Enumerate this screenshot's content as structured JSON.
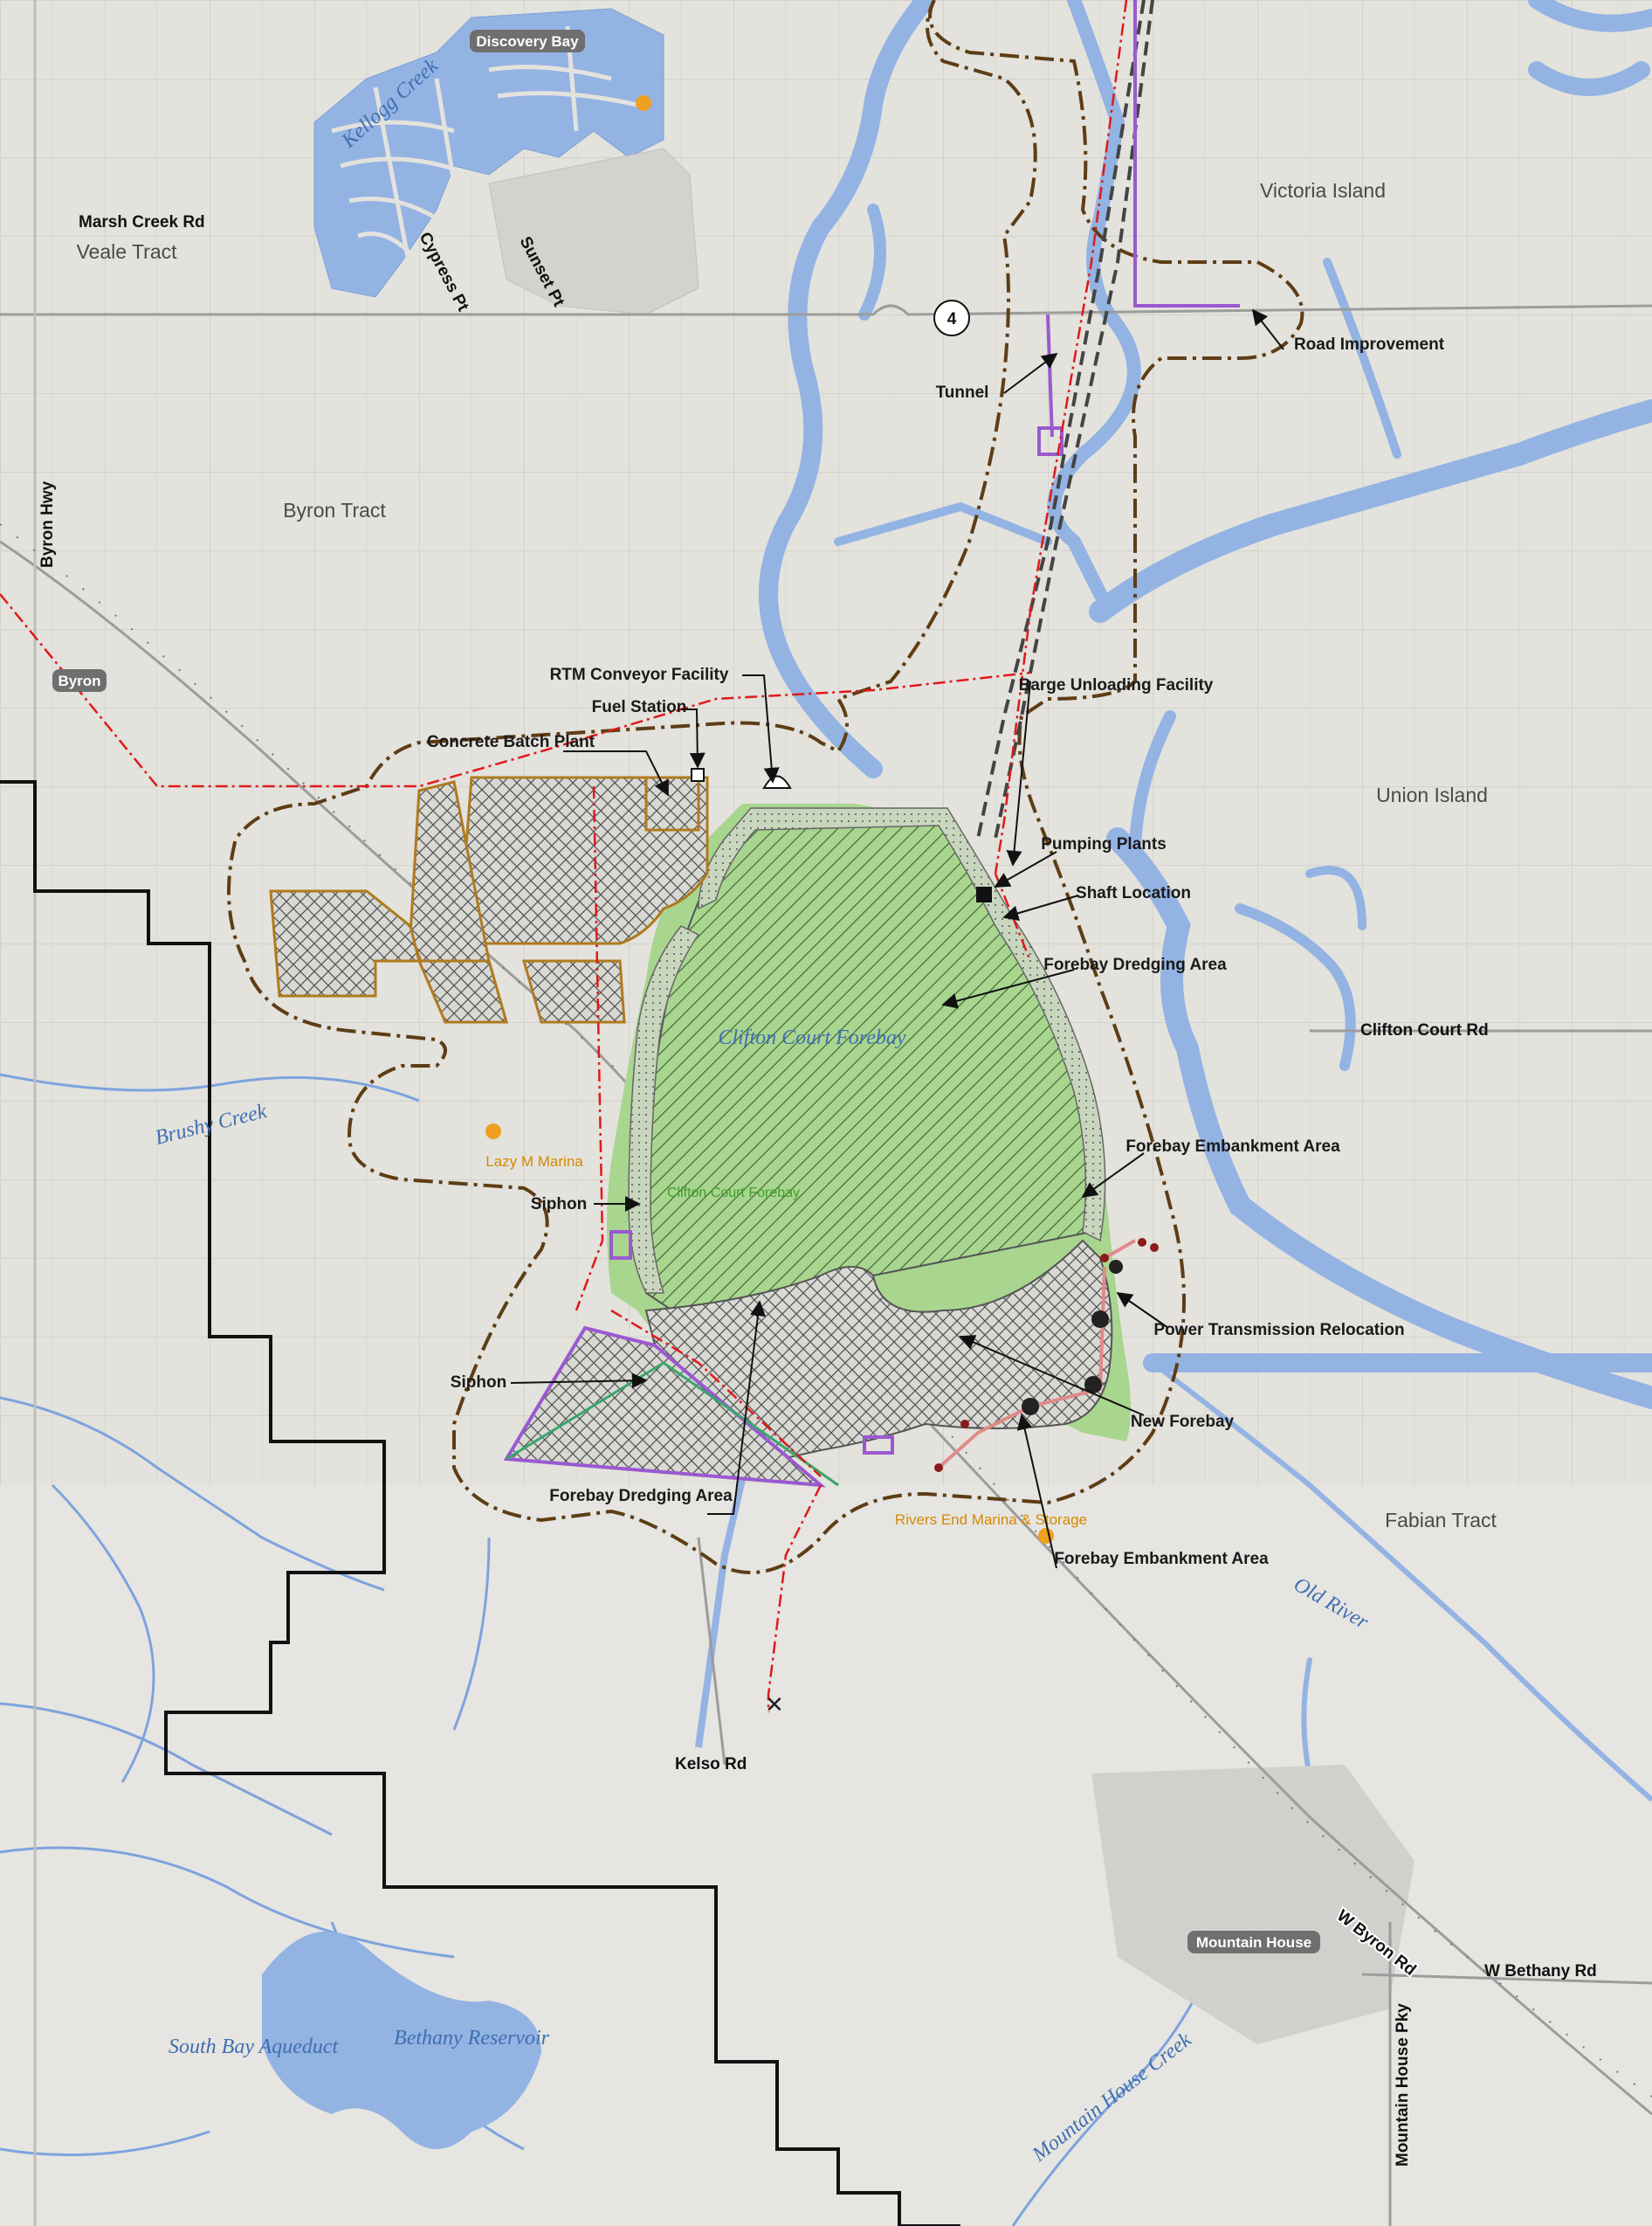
{
  "map": {
    "road_labels": {
      "marsh_creek_rd": "Marsh Creek Rd",
      "byron_hwy": "Byron Hwy",
      "clifton_court_rd": "Clifton Court Rd",
      "kelso_rd": "Kelso Rd",
      "w_byron_rd": "W Byron Rd",
      "w_bethany_rd": "W Bethany Rd",
      "mountain_house_pky": "Mountain House Pky",
      "route_4": "4"
    },
    "place_pills": {
      "discovery_bay": "Discovery Bay",
      "byron": "Byron",
      "mountain_house": "Mountain House"
    },
    "street_labels": {
      "cypress_pt": "Cypress Pt",
      "sunset_pt": "Sunset Pt"
    },
    "area_labels": {
      "veale_tract": "Veale Tract",
      "byron_tract": "Byron Tract",
      "victoria_island": "Victoria Island",
      "union_island": "Union Island",
      "fabian_tract": "Fabian Tract"
    },
    "water_labels": {
      "kellogg_creek": "Kellogg Creek",
      "brushy_creek": "Brushy Creek",
      "clifton_court_forebay": "Clifton Court Forebay",
      "old_river": "Old River",
      "south_bay_aqueduct": "South Bay Aqueduct",
      "bethany_reservoir": "Bethany Reservoir",
      "mountain_house_creek": "Mountain House Creek"
    },
    "marina_labels": {
      "lazy_m_marina": "Lazy M Marina",
      "rivers_end_marina": "Rivers End Marina & Storage"
    },
    "green_labels": {
      "clifton_court_forebay_small": "Clifton Court Forebay"
    },
    "callouts": {
      "road_improvement": "Road Improvement",
      "tunnel": "Tunnel",
      "rtm_conveyor": "RTM Conveyor Facility",
      "fuel_station": "Fuel Station",
      "concrete_batch_plant": "Concrete Batch Plant",
      "barge_unloading": "Barge Unloading Facility",
      "pumping_plants": "Pumping Plants",
      "shaft_location": "Shaft Location",
      "forebay_dredging_upper": "Forebay Dredging Area",
      "forebay_embankment_right": "Forebay Embankment Area",
      "siphon_upper": "Siphon",
      "siphon_lower": "Siphon",
      "power_transmission": "Power Transmission Relocation",
      "new_forebay": "New Forebay",
      "forebay_dredging_lower": "Forebay Dredging Area",
      "forebay_embankment_lower": "Forebay Embankment Area"
    },
    "colors": {
      "land": "#e6e5e1",
      "water": "#93b3e3",
      "forebay_green": "#a9d68f",
      "study_boundary": "#5e3d15",
      "county_line": "#111111",
      "orange_outline": "#b07a1e",
      "purple": "#9b59d0",
      "red_dashdot": "#e0191b",
      "marina_dot": "#f0a020"
    }
  }
}
